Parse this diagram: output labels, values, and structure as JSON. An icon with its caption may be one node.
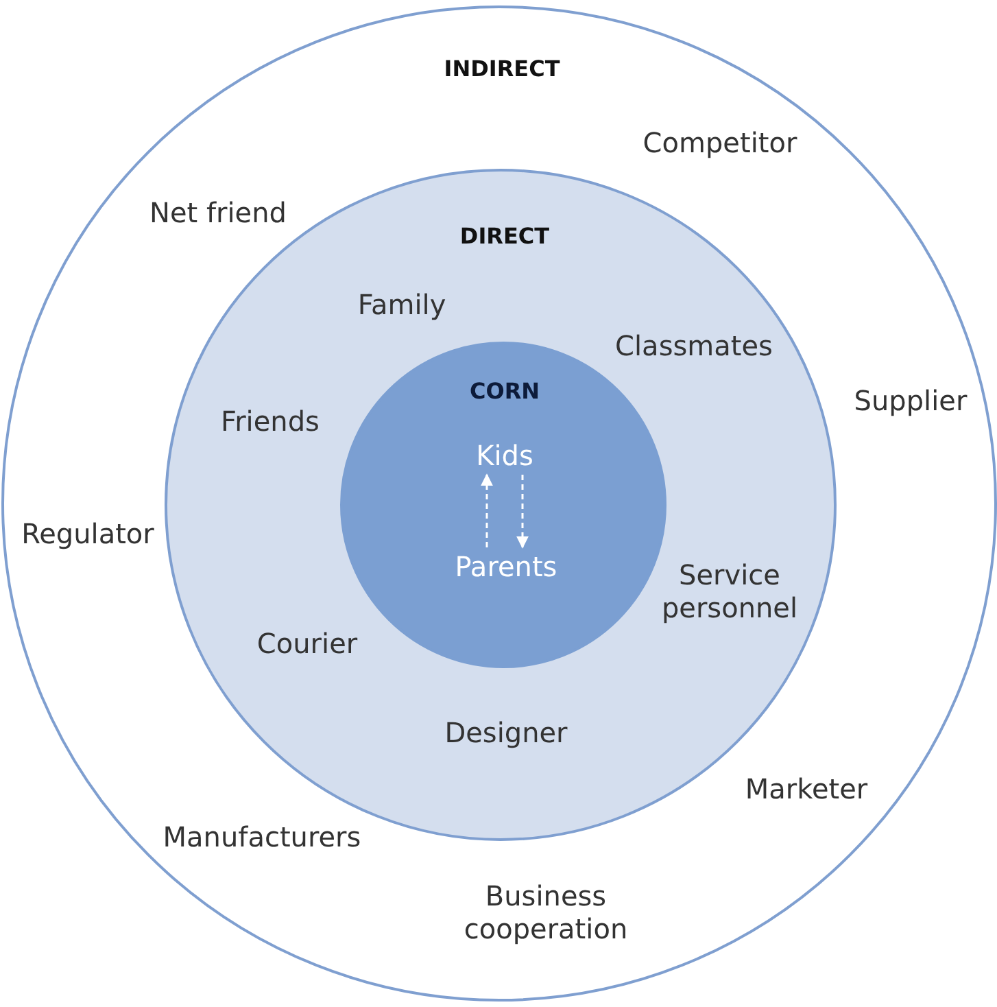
{
  "diagram": {
    "nodes": [
      {
        "text": [
          "INDIRECT"
        ]
      },
      {
        "text": [
          "DIRECT"
        ],
        "in": 0
      },
      {
        "text": [
          "CORN"
        ],
        "in": 1
      },
      {
        "text": [
          "Kids"
        ],
        "in": 2
      },
      {
        "text": [
          "Parents"
        ],
        "in": 2
      }
    ],
    "edges": [
      {
        "from": 4,
        "to": 3,
        "arrow": "to",
        "style": "dashed"
      },
      {
        "from": 3,
        "to": 4,
        "arrow": "to",
        "style": "dashed"
      }
    ],
    "labels": [
      "Competitor",
      "Net friend",
      "Family",
      "Classmates",
      "Supplier",
      "Friends",
      "Regulator",
      "Service personnel",
      "Courier",
      "Designer",
      "Marketer",
      "Manufacturers",
      "Business cooperation"
    ]
  }
}
